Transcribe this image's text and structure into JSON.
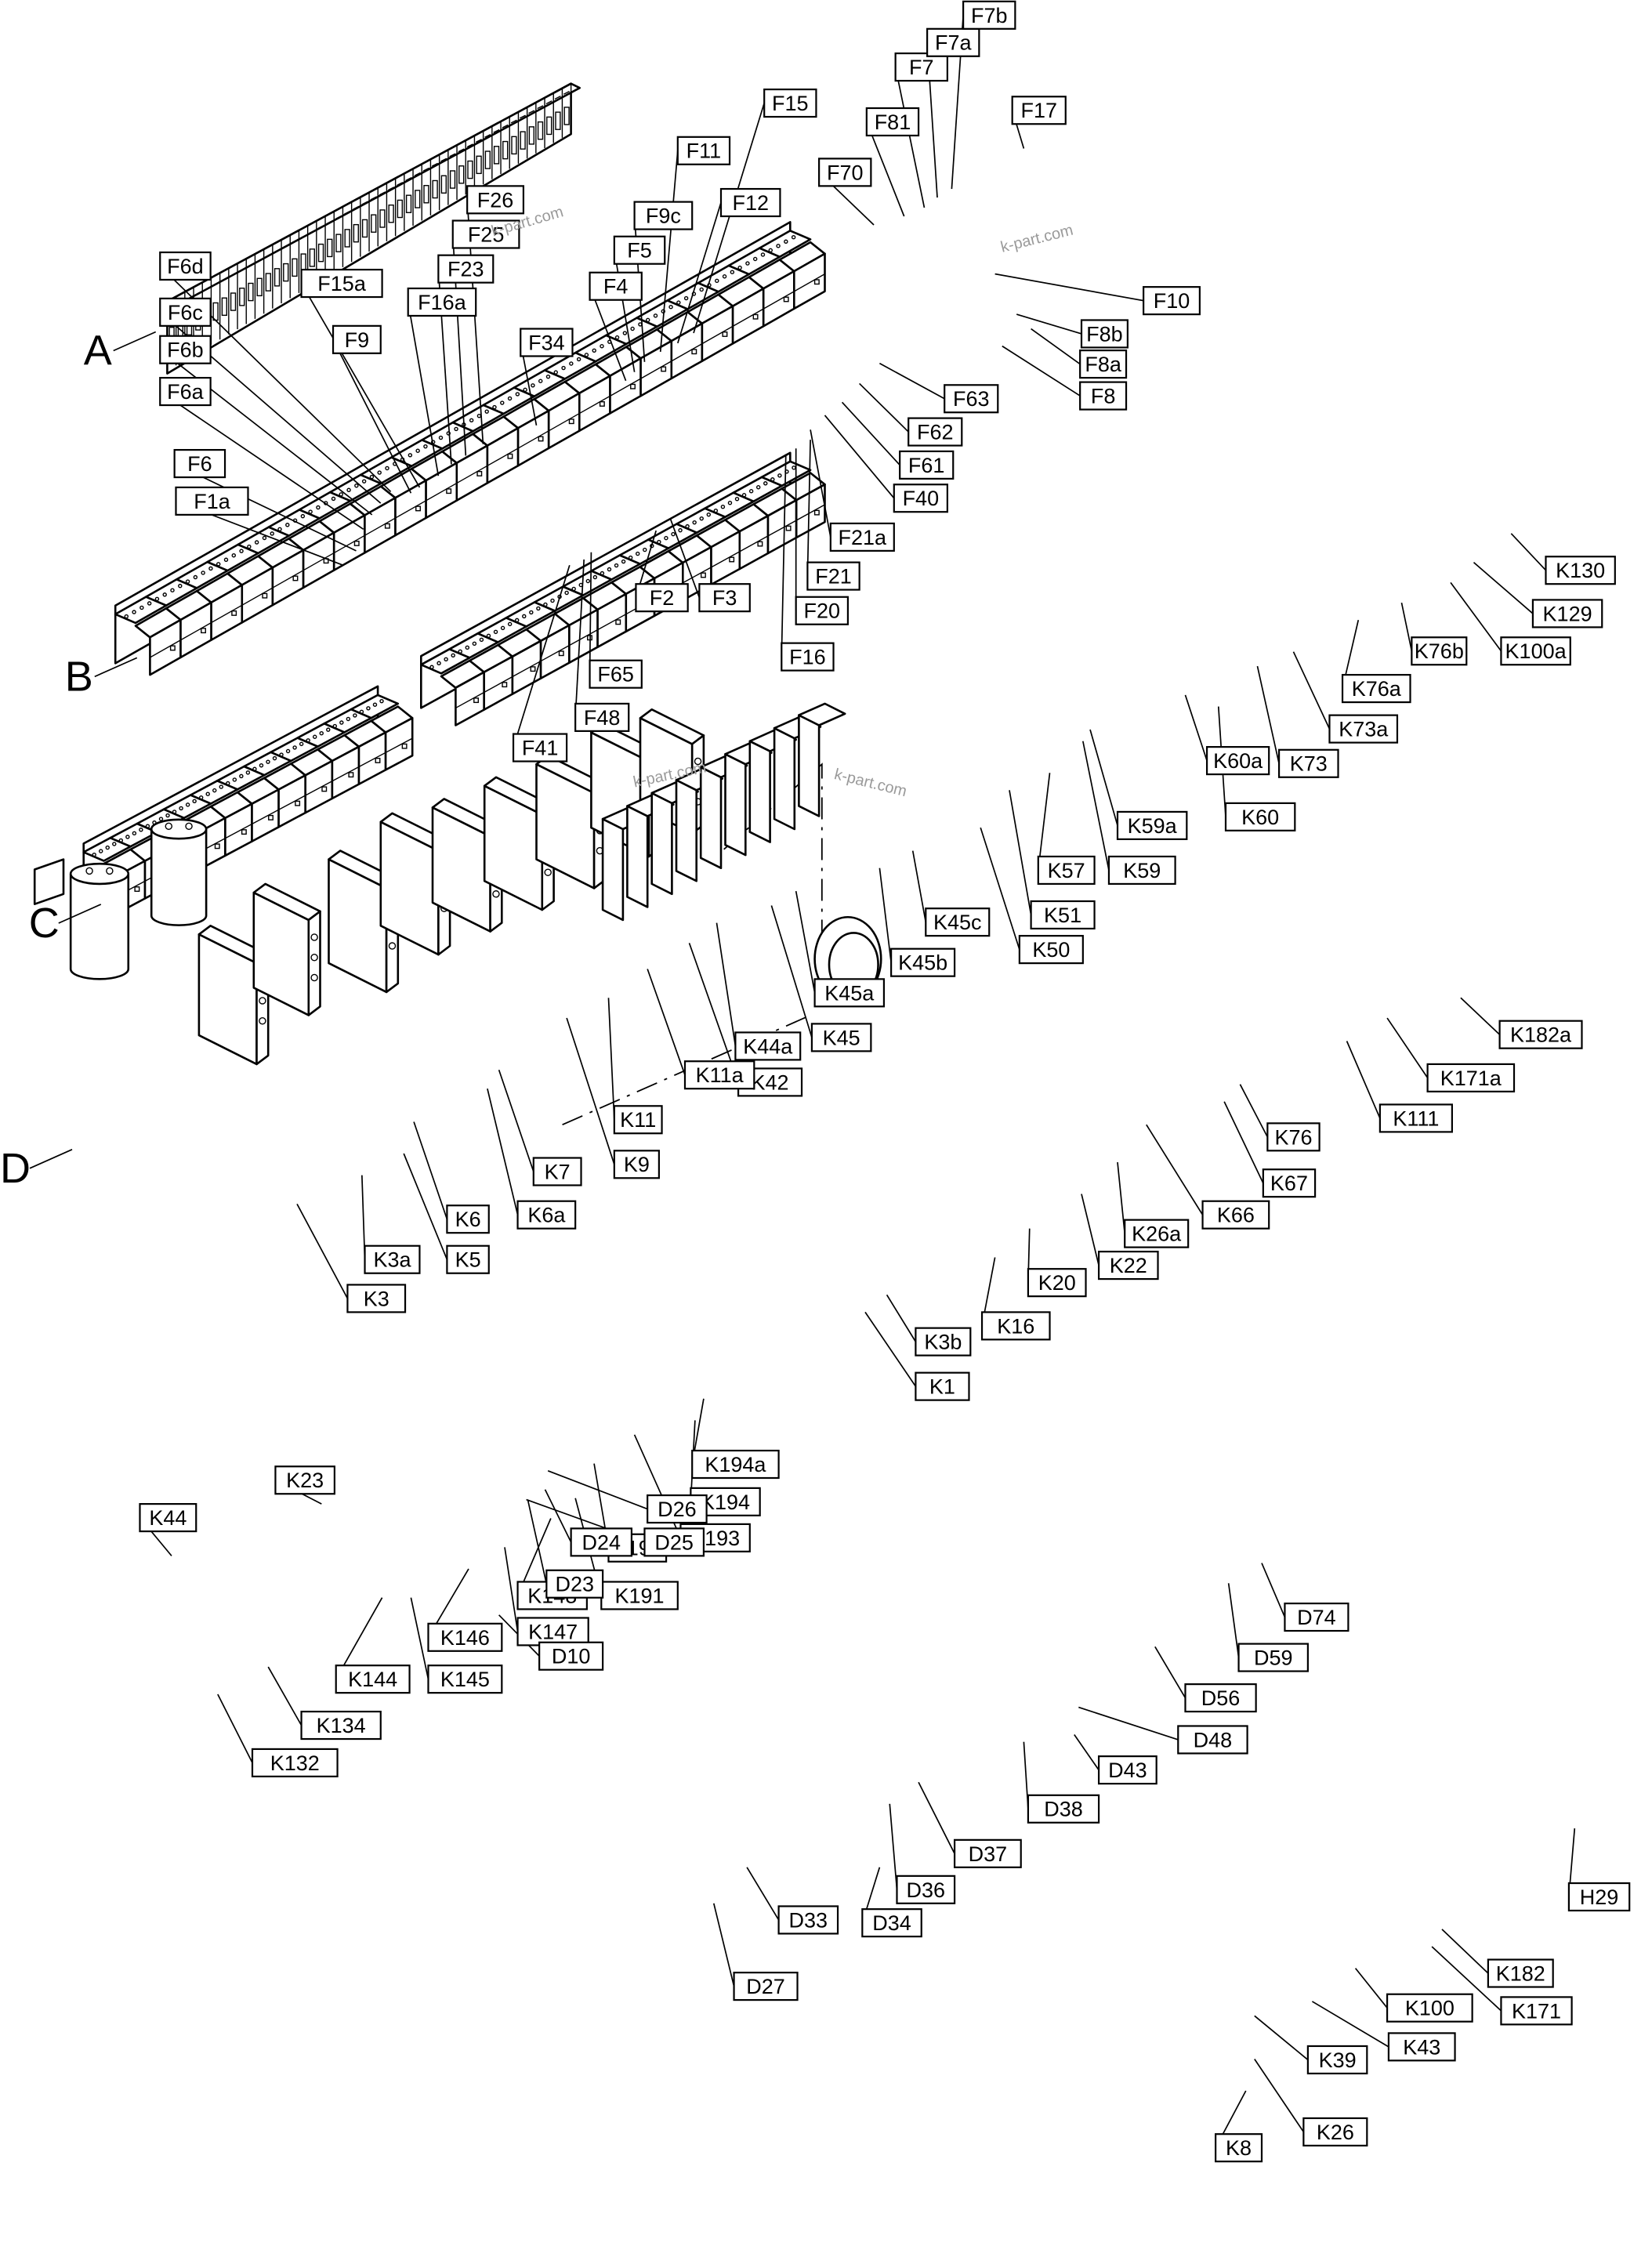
{
  "groups": [
    "A",
    "B",
    "C",
    "D"
  ],
  "watermark": "k-part.com",
  "labels_A": [
    "F1a",
    "F6",
    "F6a",
    "F6b",
    "F6c",
    "F6d",
    "F9",
    "F15a",
    "F16a",
    "F23",
    "F25",
    "F26",
    "F34",
    "F4",
    "F5",
    "F9c",
    "F11",
    "F12",
    "F15",
    "F70",
    "F81",
    "F7",
    "F7a",
    "F7b",
    "F17",
    "F10",
    "F8b",
    "F8a",
    "F8",
    "F63",
    "F62",
    "F61",
    "F40",
    "F21a",
    "F21",
    "F20",
    "F16",
    "F3",
    "F2",
    "F65",
    "F48",
    "F41"
  ],
  "labels_B": [
    "K130",
    "K129",
    "K100a",
    "K76b",
    "K76a",
    "K73a",
    "K73",
    "K60a",
    "K60",
    "K59a",
    "K59",
    "K57",
    "K51",
    "K50",
    "K45c",
    "K45b",
    "K45a",
    "K45",
    "K44a",
    "K42",
    "K11a",
    "K11",
    "K9",
    "K7",
    "K6a",
    "K6",
    "K5",
    "K3a",
    "K3",
    "K182a",
    "K171a",
    "K111",
    "K76",
    "K67",
    "K66",
    "K26a",
    "K22",
    "K20",
    "K16",
    "K3b",
    "K1"
  ],
  "labels_C": [
    "K194a",
    "K194",
    "K193",
    "K192",
    "K191",
    "K148",
    "K147",
    "K146",
    "K145",
    "K144",
    "K134",
    "K132"
  ],
  "labels_D": [
    "D74",
    "D59",
    "D56",
    "D48",
    "D43",
    "D38",
    "D37",
    "D36",
    "D34",
    "D33",
    "D27",
    "D26",
    "D25",
    "D24",
    "D23",
    "D10",
    "K23",
    "K44",
    "H29",
    "K182",
    "K171",
    "K100",
    "K43",
    "K39",
    "K26",
    "K8"
  ]
}
